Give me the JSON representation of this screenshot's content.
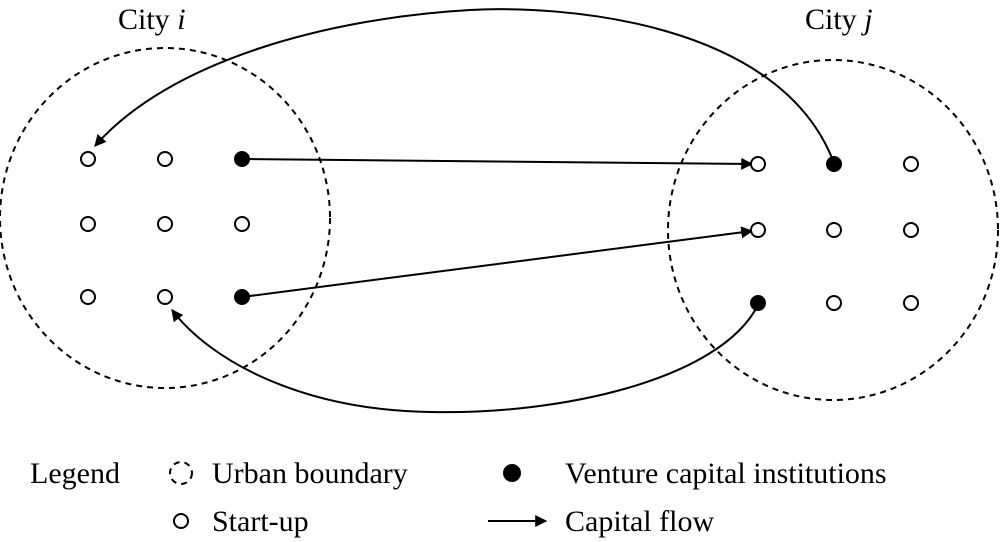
{
  "cities": {
    "i": {
      "prefix": "City",
      "var": "i"
    },
    "j": {
      "prefix": "City",
      "var": "j"
    }
  },
  "legend": {
    "title": "Legend",
    "urban_boundary": "Urban boundary",
    "venture_capital": "Venture capital institutions",
    "startup": "Start-up",
    "capital_flow": "Capital flow"
  },
  "nodes": {
    "city_i": [
      [
        "startup",
        "startup",
        "vc"
      ],
      [
        "startup",
        "startup",
        "startup"
      ],
      [
        "startup",
        "startup",
        "vc"
      ]
    ],
    "city_j": [
      [
        "startup",
        "vc",
        "startup"
      ],
      [
        "startup",
        "startup",
        "startup"
      ],
      [
        "vc",
        "startup",
        "startup"
      ]
    ]
  },
  "flows": [
    {
      "from": "city_i vc row1",
      "to": "city_j start-up row1"
    },
    {
      "from": "city_i vc row3",
      "to": "city_j start-up row2"
    },
    {
      "from": "city_j vc row1",
      "to": "city_i start-up row1"
    },
    {
      "from": "city_j vc row3",
      "to": "city_i start-up row3"
    }
  ]
}
